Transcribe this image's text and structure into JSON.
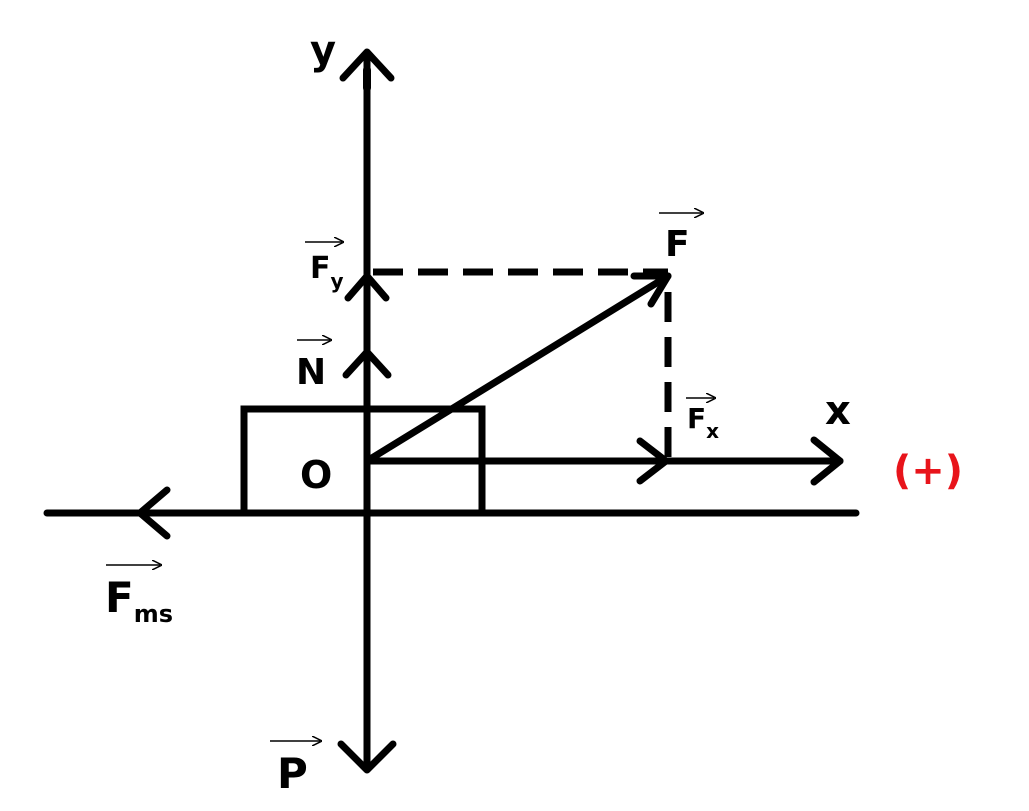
{
  "colors": {
    "ink": "#000000",
    "positive_direction": "#e8141b"
  },
  "labels": {
    "y_axis": "y",
    "x_axis": "x",
    "origin": "O",
    "force_F": "F",
    "force_Fy_base": "F",
    "force_Fy_sub": "y",
    "force_Fx_base": "F",
    "force_Fx_sub": "x",
    "normal_N": "N",
    "weight_P": "P",
    "friction_base": "F",
    "friction_sub": "ms",
    "positive_direction": "(+)"
  }
}
